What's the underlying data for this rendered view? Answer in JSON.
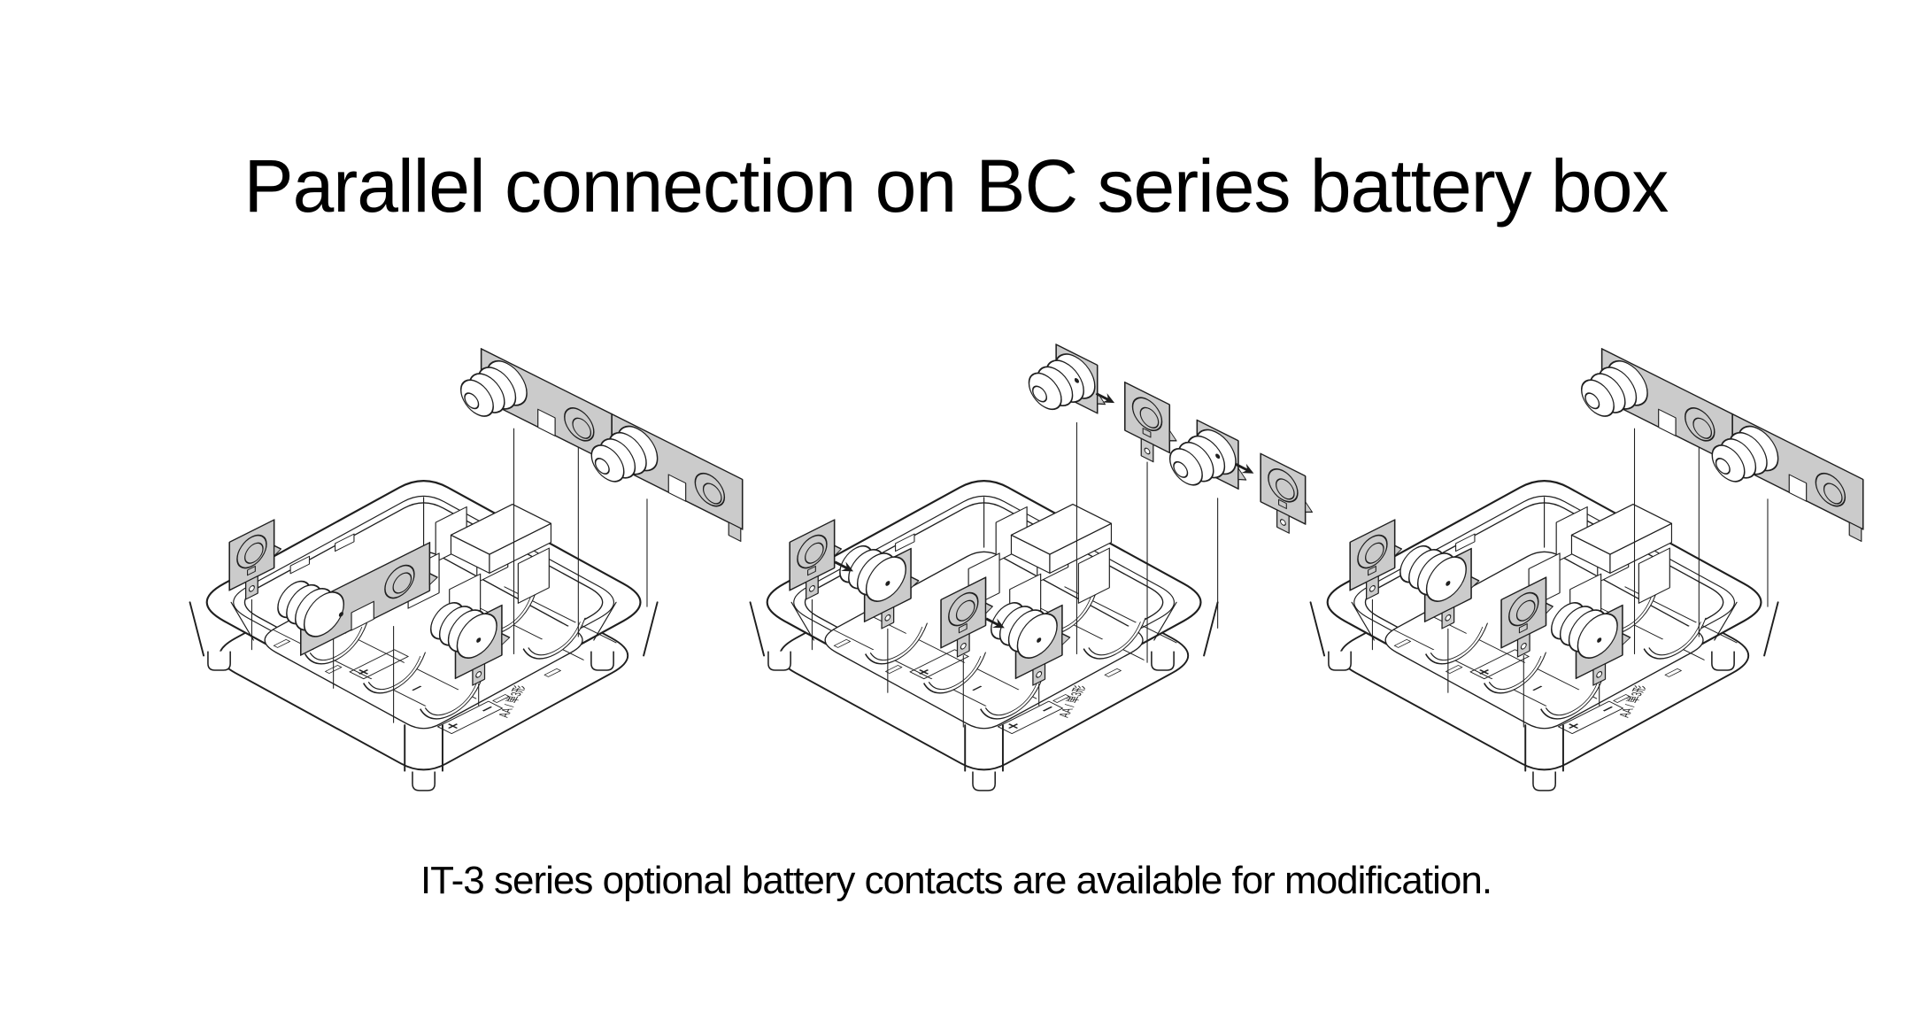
{
  "title": "Parallel connection on BC series battery box",
  "caption": "IT-3 series optional battery contacts are available for modification.",
  "colors": {
    "background": "#ffffff",
    "line": "#1f1f1f",
    "plate_fill": "#cbcbcb",
    "paper": "#ffffff"
  },
  "battery_markings": {
    "type_label": "AA / 単3形",
    "plus": "+",
    "minus": "−"
  },
  "diagrams": [
    {
      "name": "battery-box-joined-parallel-contacts",
      "variant": "joined",
      "description": "BC series battery box with joined double contacts for parallel connection",
      "left_contacts": [
        "negative-contact-plate",
        "joined-double-contact-spring-and-plate",
        "spring-contact-plate"
      ],
      "top_contacts": [
        "joined-contact-strip-spring-and-plate",
        "joined-contact-strip-spring-and-plate"
      ],
      "assembly_arrows": false
    },
    {
      "name": "battery-box-separate-contacts-assembly",
      "variant": "separate-arrows",
      "description": "BC series battery box with separate IT-3 battery contacts and insertion arrows",
      "left_contacts": [
        "negative-contact-plate",
        "spring-contact-plate",
        "negative-contact-plate",
        "spring-contact-plate"
      ],
      "top_contacts": [
        "spring-contact-plate",
        "negative-contact-plate",
        "spring-contact-plate",
        "negative-contact-plate"
      ],
      "assembly_arrows": true
    },
    {
      "name": "battery-box-separate-contacts",
      "variant": "separate",
      "description": "BC series battery box with separate single battery contacts",
      "left_contacts": [
        "negative-contact-plate",
        "spring-contact-plate",
        "negative-contact-plate",
        "spring-contact-plate"
      ],
      "top_contacts": [
        "joined-contact-strip-spring-and-plate",
        "joined-contact-strip-spring-and-plate"
      ],
      "assembly_arrows": false
    }
  ]
}
